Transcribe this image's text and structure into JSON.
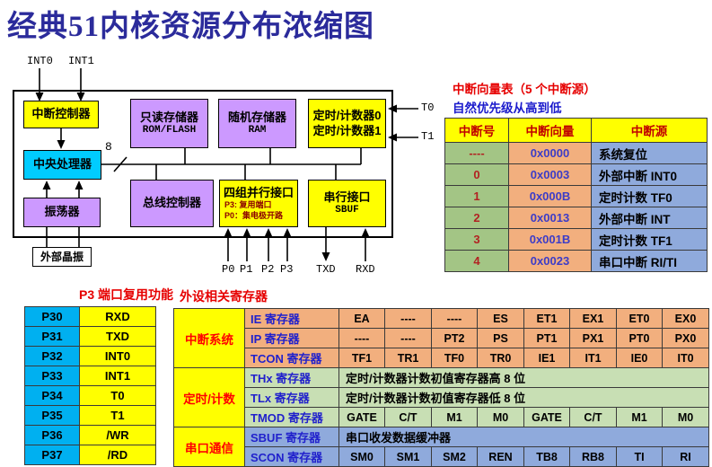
{
  "title": "经典51内核资源分布浓缩图",
  "diagram": {
    "blocks": {
      "interrupt_controller": "中断控制器",
      "cpu": "中央处理器",
      "oscillator": "振荡器",
      "rom_line1": "只读存储器",
      "rom_line2": "ROM/FLASH",
      "ram_line1": "随机存储器",
      "ram_line2": "RAM",
      "timer_line1": "定时/计数器0",
      "timer_line2": "定时/计数器1",
      "bus_controller": "总线控制器",
      "parallel_port": "四组并行接口",
      "parallel_note1": "P3: 复用端口",
      "parallel_note2": "P0：集电极开路",
      "serial_line1": "串行接口",
      "serial_line2": "SBUF",
      "crystal": "外部晶振"
    },
    "pins": {
      "int0": "INT0",
      "int1": "INT1",
      "t0": "T0",
      "t1": "T1",
      "p0": "P0",
      "p1": "P1",
      "p2": "P2",
      "p3": "P3",
      "txd": "TXD",
      "rxd": "RXD",
      "bus_width": "8"
    }
  },
  "ivt": {
    "title": "中断向量表（5 个中断源）",
    "subtitle": "自然优先级从高到低",
    "headers": [
      "中断号",
      "中断向量",
      "中断源"
    ],
    "rows": [
      {
        "num": "----",
        "vector": "0x0000",
        "source": "系统复位"
      },
      {
        "num": "0",
        "vector": "0x0003",
        "source": "外部中断 INT0"
      },
      {
        "num": "1",
        "vector": "0x000B",
        "source": "定时计数 TF0"
      },
      {
        "num": "2",
        "vector": "0x0013",
        "source": "外部中断 INT"
      },
      {
        "num": "3",
        "vector": "0x001B",
        "source": "定时计数 TF1"
      },
      {
        "num": "4",
        "vector": "0x0023",
        "source": "串口中断 RI/TI"
      }
    ]
  },
  "p3": {
    "title": "P3 端口复用功能",
    "rows": [
      {
        "pin": "P30",
        "func": "RXD"
      },
      {
        "pin": "P31",
        "func": "TXD"
      },
      {
        "pin": "P32",
        "func": "INT0"
      },
      {
        "pin": "P33",
        "func": "INT1"
      },
      {
        "pin": "P34",
        "func": "T0"
      },
      {
        "pin": "P35",
        "func": "T1"
      },
      {
        "pin": "P36",
        "func": "/WR"
      },
      {
        "pin": "P37",
        "func": "/RD"
      }
    ]
  },
  "regs": {
    "title": "外设相关寄存器",
    "groups": [
      "中断系统",
      "定时/计数",
      "串口通信"
    ],
    "rows": [
      {
        "name": "IE 寄存器",
        "bits": [
          "EA",
          "----",
          "----",
          "ES",
          "ET1",
          "EX1",
          "ET0",
          "EX0"
        ]
      },
      {
        "name": "IP 寄存器",
        "bits": [
          "----",
          "----",
          "PT2",
          "PS",
          "PT1",
          "PX1",
          "PT0",
          "PX0"
        ]
      },
      {
        "name": "TCON 寄存器",
        "bits": [
          "TF1",
          "TR1",
          "TF0",
          "TR0",
          "IE1",
          "IT1",
          "IE0",
          "IT0"
        ]
      },
      {
        "name": "THx 寄存器",
        "span": "定时/计数器计数初值寄存器高 8 位"
      },
      {
        "name": "TLx 寄存器",
        "span": "定时/计数器计数初值寄存器低 8 位"
      },
      {
        "name": "TMOD 寄存器",
        "bits": [
          "GATE",
          "C/T",
          "M1",
          "M0",
          "GATE",
          "C/T",
          "M1",
          "M0"
        ]
      },
      {
        "name": "SBUF 寄存器",
        "span": "串口收发数据缓冲器"
      },
      {
        "name": "SCON 寄存器",
        "bits": [
          "SM0",
          "SM1",
          "SM2",
          "REN",
          "TB8",
          "RB8",
          "TI",
          "RI"
        ]
      }
    ]
  },
  "colors": {
    "title_navy": "#2b2b9b",
    "block_yellow": "#ffff00",
    "block_purple": "#cc99ff",
    "block_cyan": "#00ccff",
    "port_blue": "#00b0f0",
    "cell_orange": "#f2af7e",
    "cell_green_dark": "#a3c585",
    "cell_green_light": "#c8dfb4",
    "cell_blue_gray": "#8faadc",
    "red_text": "#e60000",
    "blue_text": "#2121cc"
  }
}
